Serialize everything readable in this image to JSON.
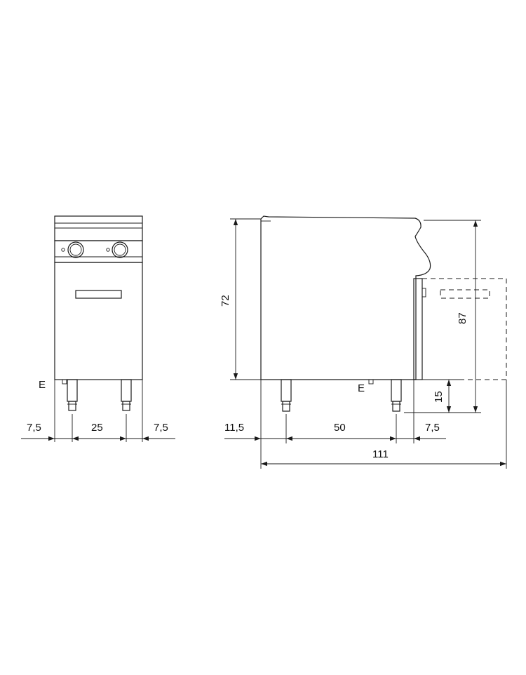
{
  "front_view": {
    "connection_label": "E",
    "dims": {
      "left_offset": "7,5",
      "leg_spacing": "25",
      "right_offset": "7,5"
    }
  },
  "side_view": {
    "connection_label": "E",
    "dims": {
      "height_body": "72",
      "height_total": "87",
      "leg_height": "15",
      "rear_offset": "11,5",
      "leg_spacing": "50",
      "front_offset": "7,5",
      "total_depth": "111"
    }
  }
}
